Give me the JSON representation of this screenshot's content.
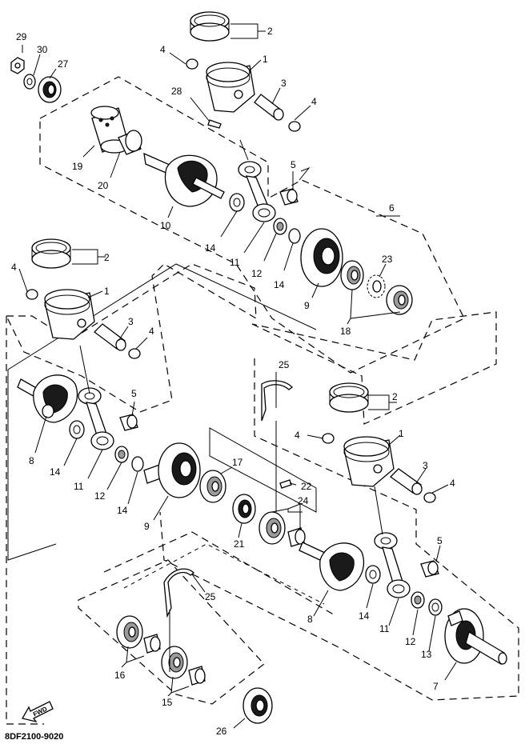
{
  "catalog_code": "8DF2100-9020",
  "fwd_label": "FWD",
  "callouts": {
    "c1": "1",
    "c2": "2",
    "c3": "3",
    "c4": "4",
    "c5": "5",
    "c6": "6",
    "c7": "7",
    "c8": "8",
    "c9": "9",
    "c10": "10",
    "c11": "11",
    "c12": "12",
    "c13": "13",
    "c14": "14",
    "c15": "15",
    "c16": "16",
    "c17": "17",
    "c18": "18",
    "c19": "19",
    "c20": "20",
    "c21": "21",
    "c22": "22",
    "c23": "23",
    "c24": "24",
    "c25": "25",
    "c26": "26",
    "c27": "27",
    "c28": "28",
    "c29": "29",
    "c30": "30"
  }
}
